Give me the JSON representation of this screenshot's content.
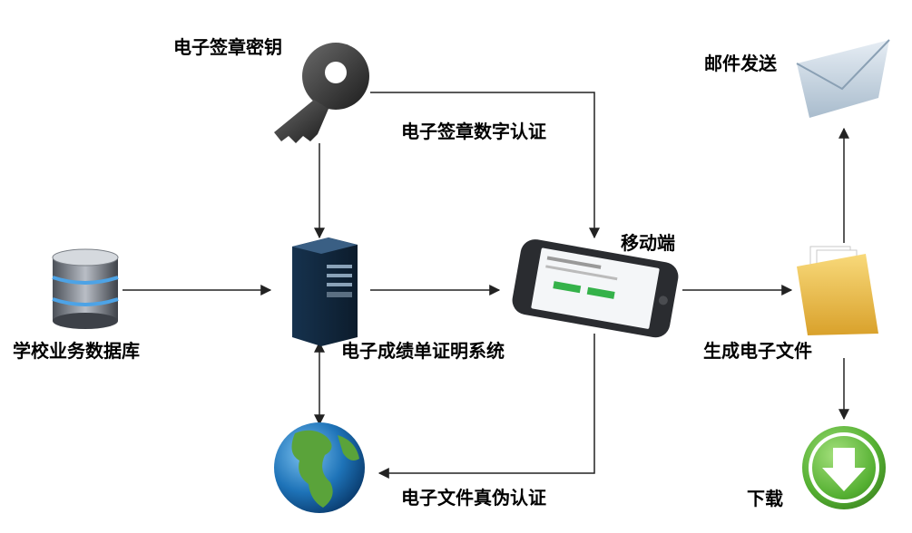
{
  "nodes": {
    "signing_key": "电子签章密钥",
    "school_db": "学校业务数据库",
    "system": "电子成绩单证明系统",
    "mobile": "移动端",
    "mail": "邮件发送",
    "generate_file": "生成电子文件",
    "download": "下载"
  },
  "edges": {
    "sign_cert": "电子签章数字认证",
    "authenticity": "电子文件真伪认证"
  },
  "icons": [
    "key-icon",
    "database-icon",
    "server-icon",
    "globe-icon",
    "smartphone-icon",
    "envelope-icon",
    "folder-icon",
    "download-icon"
  ],
  "colors": {
    "arrow": "#222222",
    "download_green": "#6cc04a",
    "folder_yellow": "#f2c44d",
    "globe_blue": "#1e73b8"
  }
}
